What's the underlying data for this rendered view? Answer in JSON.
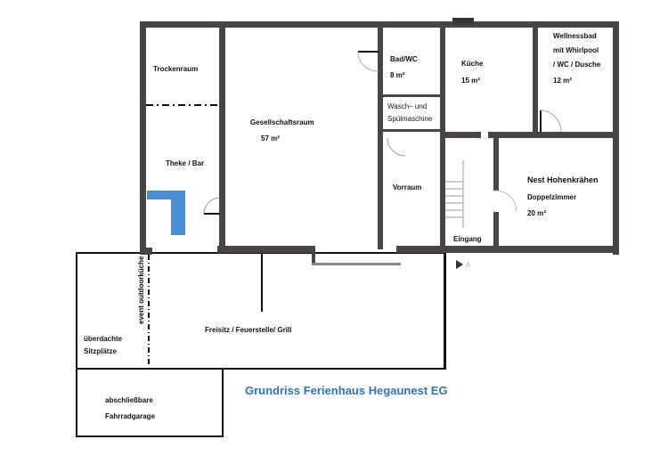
{
  "title": "Grundriss Ferienhaus Hegaunest EG",
  "colors": {
    "wall": "#4a4446",
    "title": "#2e75b6",
    "bar_counter": "#4a8fd4",
    "outline": "#111111"
  },
  "rooms": {
    "trockenraum": {
      "name": "Trockenraum"
    },
    "theke_bar": {
      "name": "Theke / Bar"
    },
    "gesellschaftsraum": {
      "name": "Gesellschaftsraum",
      "area": "57 m²"
    },
    "bad_wc": {
      "name": "Bad/WC",
      "area": "8 m²"
    },
    "wasch": {
      "line1": "Wasch– und",
      "line2": "Spülmaschine"
    },
    "kueche": {
      "name": "Küche",
      "area": "15 m²"
    },
    "wellnessbad": {
      "line1": "Wellnessbad",
      "line2": "mit Whirlpool",
      "line3": "/ WC / Dusche",
      "area": "12 m²"
    },
    "vorraum": {
      "name": "Vorraum"
    },
    "nest": {
      "name": "Nest Hohenkrähen",
      "type": "Doppelzimmer",
      "area": "20 m²"
    },
    "eingang": {
      "name": "Eingang"
    }
  },
  "outdoor": {
    "outdoor_kitchen": "event outdoorküche",
    "covered_seating": {
      "line1": "überdachte",
      "line2": "Sitzplätze"
    },
    "freisitz": "Freisitz / Feuerstelle/ Grill",
    "garage": {
      "line1": "abschließbare",
      "line2": "Fahrradgarage"
    }
  },
  "entrance_marker": "A"
}
